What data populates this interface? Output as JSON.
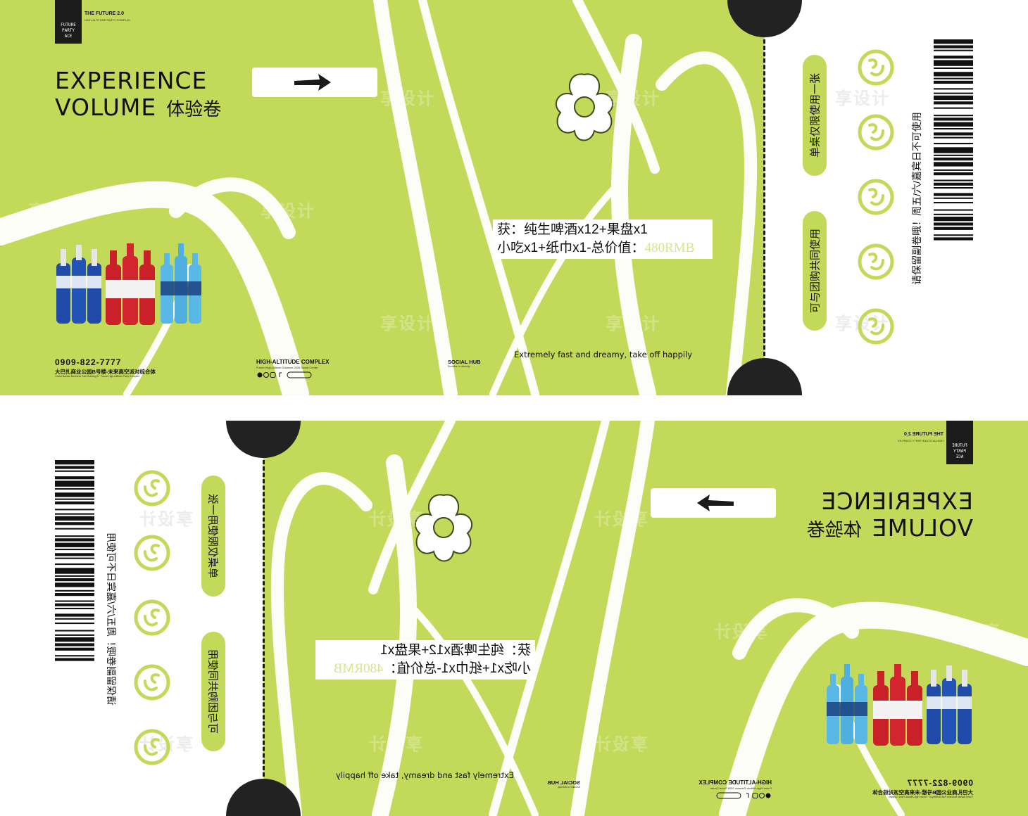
{
  "brand": {
    "logo_text": "FUTURE",
    "logo_sub": "PARTY\nACE",
    "name": "THE FUTURE 2.0",
    "sub": "HIGH-ALTITUDE PARTY COMPLEX"
  },
  "title": {
    "en_line1": "EXPERIENCE",
    "en_line2": "VOLUME",
    "cn": "体验卷"
  },
  "offer": {
    "line1": "获：纯生啤酒x12+果盘x1",
    "line2": "小吃x1+纸巾x1-总价值：",
    "price": "480RMB"
  },
  "contact": {
    "phone": "0909-822-7777",
    "address": "大巴扎商业公园B号楼-未来高空派对综合体",
    "address_sub": "Grand Bazaar Business Park Building B · Future High-Altitude Party Complex"
  },
  "footer": {
    "complex": "HIGH-ALTITUDE COMPLEX",
    "complex_sub": "Future High-Altitude Distance 2028 Social Center",
    "hub": "SOCIAL HUB",
    "hub_sub": "Socialize in diversity",
    "tagline": "Extremely fast and dreamy, take off happily"
  },
  "stub": {
    "rule1": "单桌仅限使用一张",
    "rule2": "可与团购共同使用",
    "note": "请保留副卷哦！周五/六/嘉宾日不可使用"
  },
  "watermark": "享设计",
  "colors": {
    "green": "#c3d95a",
    "dark": "#222222",
    "white": "#ffffff"
  }
}
